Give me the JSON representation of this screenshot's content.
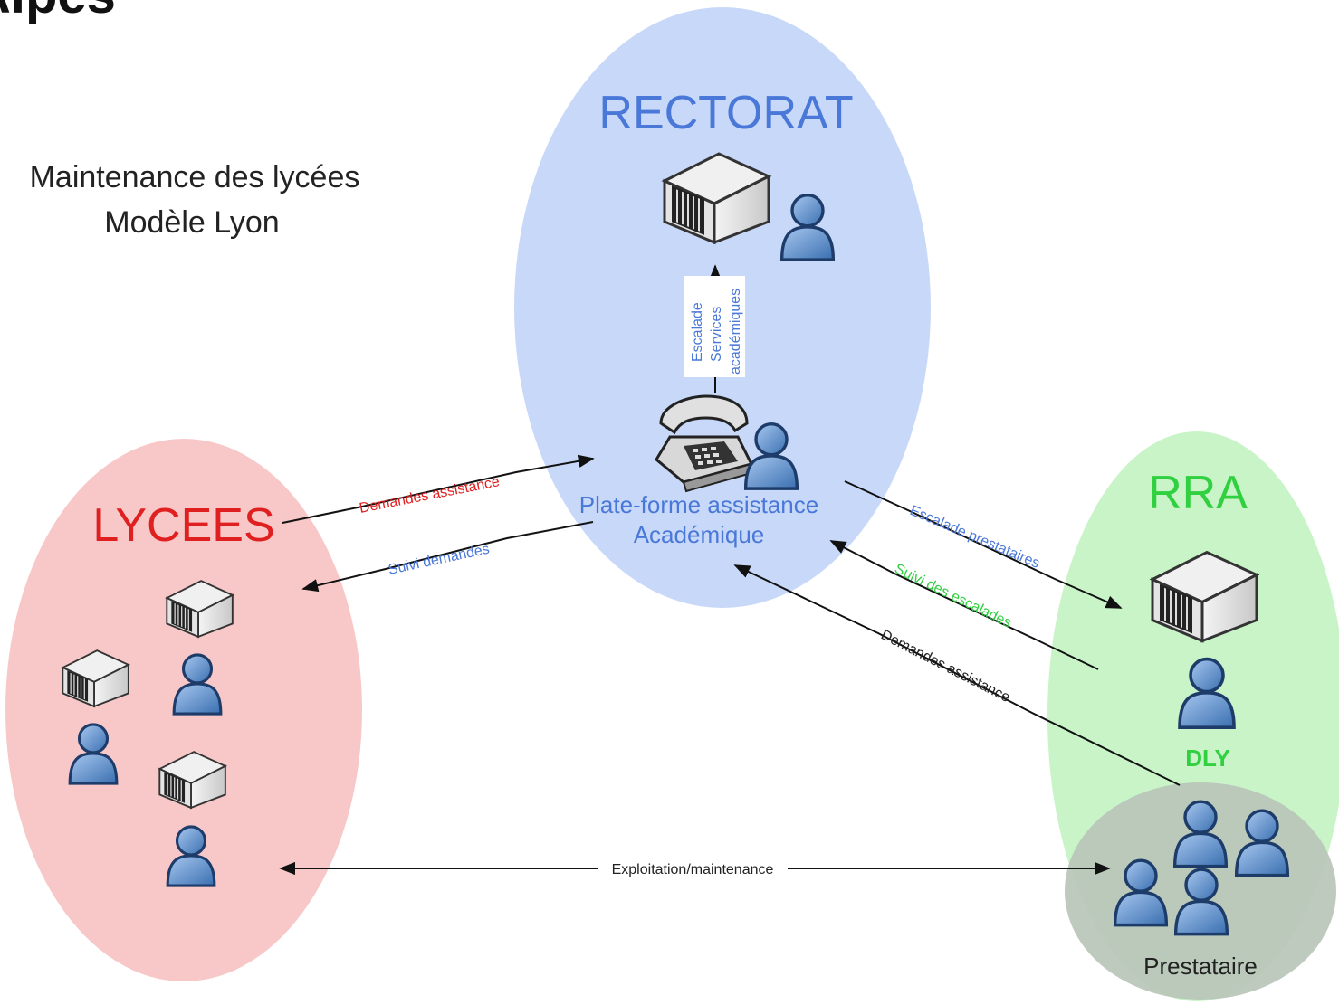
{
  "header": {
    "cut_title": "Alpes"
  },
  "caption": {
    "line1": "Maintenance des lycées",
    "line2": "Modèle Lyon"
  },
  "zones": {
    "rectorat": {
      "title": "RECTORAT",
      "platform_line1": "Plate-forme assistance",
      "platform_line2": "Académique",
      "fill": "#c8d8f8",
      "title_color": "#4a78d8"
    },
    "lycees": {
      "title": "LYCEES",
      "fill": "#f8c8c8",
      "title_color": "#e02020"
    },
    "rra": {
      "title": "RRA",
      "sublabel": "DLY",
      "fill": "#c8f4c8",
      "title_color": "#30d040"
    },
    "prestataire": {
      "title": "Prestataire",
      "fill": "#c0c8c0"
    }
  },
  "escalade_box": {
    "line1": "Escalade",
    "line2": "Services",
    "line3": "académiques"
  },
  "arrows": {
    "demandes_assistance_lycees": {
      "label": "Demandes assistance",
      "color": "#e02020"
    },
    "suivi_demandes": {
      "label": "Suivi demandes",
      "color": "#4a78d8"
    },
    "escalade_prestataires": {
      "label": "Escalade prestataires",
      "color": "#4a78d8"
    },
    "suivi_escalades": {
      "label": "Suivi des escalades",
      "color": "#30d040"
    },
    "demandes_assistance_prestataire": {
      "label": "Demandes assistance",
      "color": "#222222"
    },
    "exploitation": {
      "label": "Exploitation/maintenance",
      "color": "#222222"
    }
  },
  "icons": {
    "server": "server-icon",
    "user": "user-icon",
    "phone": "telephone-icon"
  }
}
